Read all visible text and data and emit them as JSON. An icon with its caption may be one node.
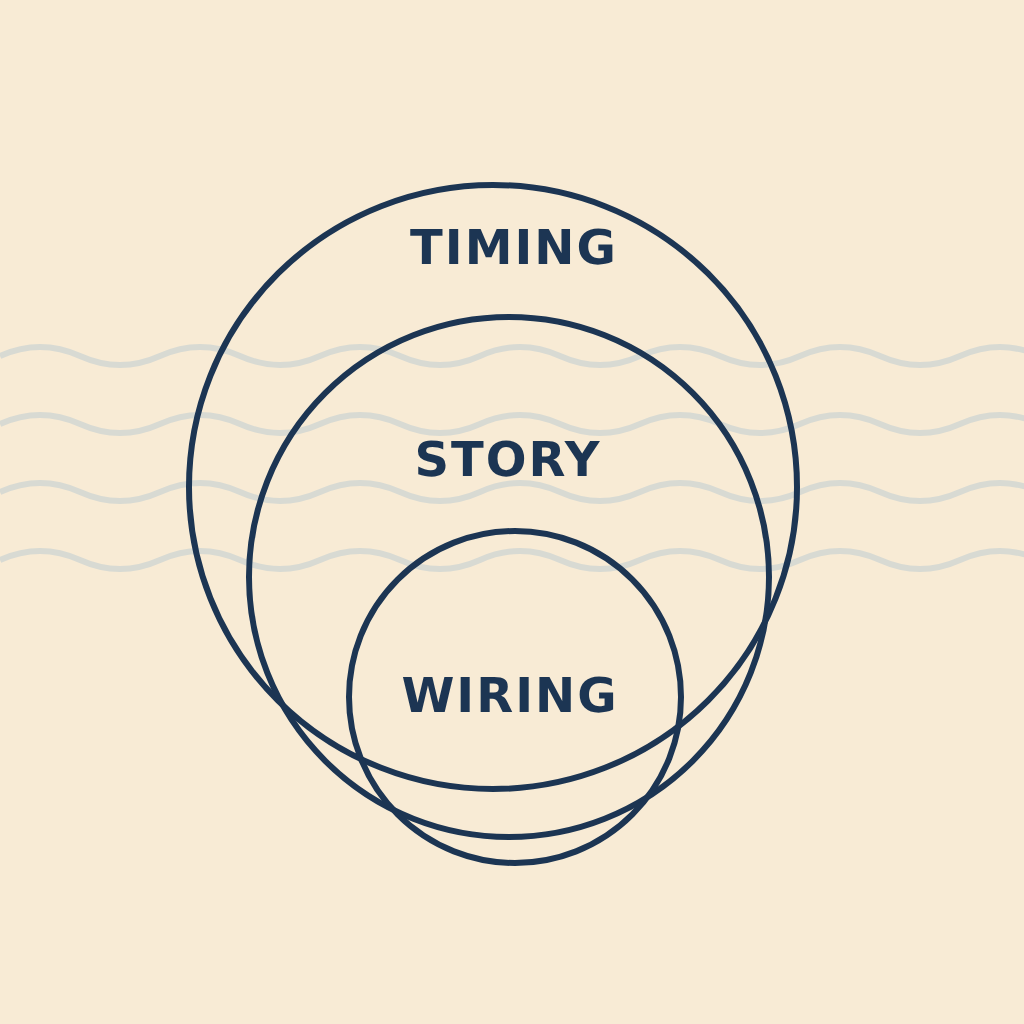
{
  "diagram": {
    "nodes": [
      {
        "text": [
          "TIMING"
        ]
      },
      {
        "text": [
          "STORY"
        ]
      },
      {
        "text": [
          "WIRING"
        ]
      }
    ]
  }
}
